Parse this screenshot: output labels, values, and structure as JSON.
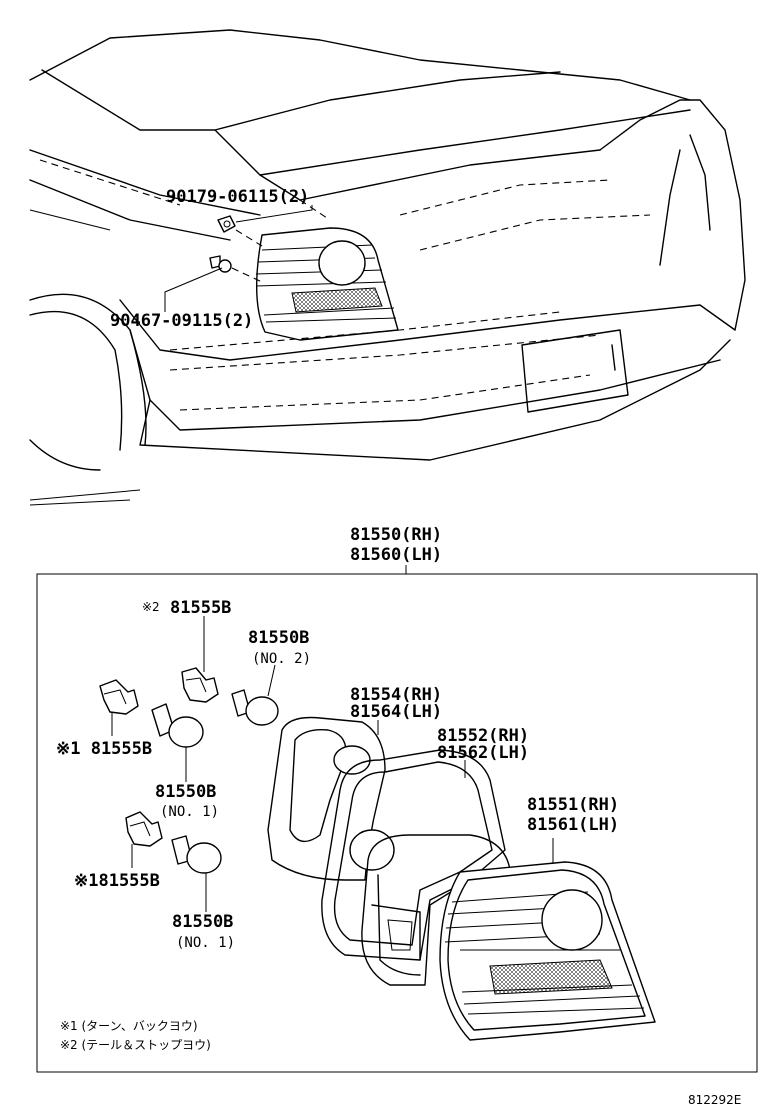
{
  "callouts": {
    "bolt_a": "90179-06115(2)",
    "bolt_b": "90467-09115(2)",
    "assy_rh": "81550(RH)",
    "assy_lh": "81560(LH)",
    "socket_2_mark": "※2",
    "socket_2": "81555B",
    "bulb_no2_part": "81550B",
    "bulb_no2_sub": "(NO. 2)",
    "gasket_rh": "81554(RH)",
    "gasket_lh": "81564(LH)",
    "lens_body_rh": "81552(RH)",
    "lens_body_lh": "81562(LH)",
    "lens_rh": "81551(RH)",
    "lens_lh": "81561(LH)",
    "socket_1a": "※1 81555B",
    "bulb_no1a_part": "81550B",
    "bulb_no1a_sub": "(NO. 1)",
    "socket_1b": "※181555B",
    "bulb_no1b_part": "81550B",
    "bulb_no1b_sub": "(NO. 1)"
  },
  "notes": {
    "note1": "※1 (ターン、バックヨウ)",
    "note2": "※2 (テール＆ストップヨウ)"
  },
  "figure_code": "812292E"
}
